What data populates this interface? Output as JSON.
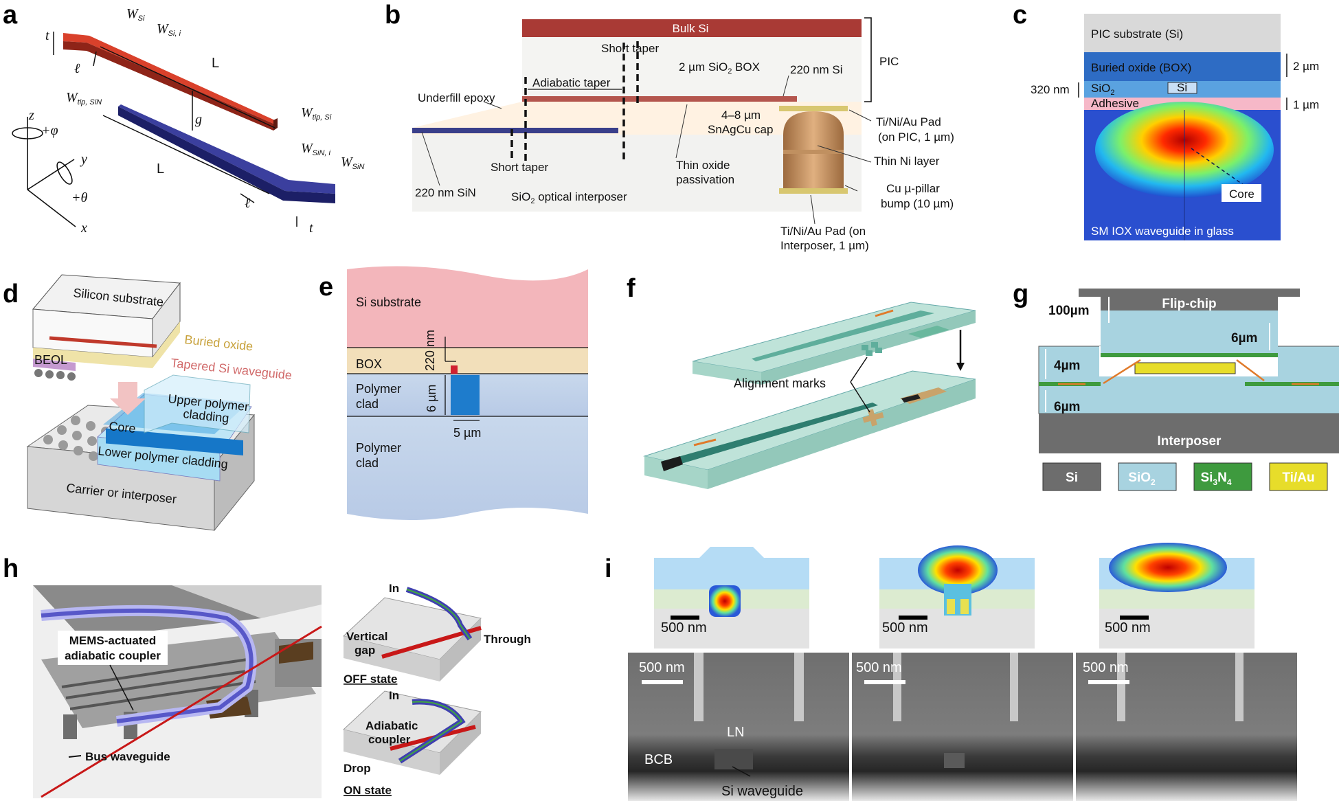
{
  "panel_labels": [
    "a",
    "b",
    "c",
    "d",
    "e",
    "f",
    "g",
    "h",
    "i"
  ],
  "a": {
    "W_Si": "W",
    "W_Si_sub": "Si",
    "W_Si_i": "W",
    "W_Si_i_sub": "Si, i",
    "t_top": "t",
    "ell_top": "ℓ",
    "L_top": "L",
    "W_tip_Si": "W",
    "W_tip_Si_sub": "tip, Si",
    "W_tip_SiN": "W",
    "W_tip_SiN_sub": "tip, SiN",
    "g": "g",
    "L_bot": "L",
    "ell_bot": "ℓ",
    "W_SiN_i": "W",
    "W_SiN_i_sub": "SiN, i",
    "W_SiN": "W",
    "W_SiN_sub": "SiN",
    "t_bot": "t",
    "axis_z": "z",
    "axis_y": "y",
    "axis_x": "x",
    "phi": "+φ",
    "theta": "+θ"
  },
  "b": {
    "bulk_si": "Bulk Si",
    "short_taper_top": "Short taper",
    "box": "2 µm SiO",
    "box_sub": "2",
    "box_tail": " BOX",
    "si220": "220 nm Si",
    "pic": "PIC",
    "adiabatic_taper": "Adiabatic taper",
    "underfill": "Underfill epoxy",
    "snagcu1": "4–8 µm",
    "snagcu2": "SnAgCu cap",
    "pad_pic1": "Ti/Ni/Au Pad",
    "pad_pic2": "(on PIC, 1 µm)",
    "thin_ni": "Thin Ni layer",
    "short_taper_bot": "Short taper",
    "thin_oxide1": "Thin oxide",
    "thin_oxide2": "passivation",
    "cu_pillar1": "Cu µ-pillar",
    "cu_pillar2": "bump (10 µm)",
    "sin220": "220 nm SiN",
    "interposer": "SiO",
    "interposer_sub": "2",
    "interposer_tail": " optical interposer",
    "pad_int1": "Ti/Ni/Au Pad (on",
    "pad_int2": "Interposer, 1 µm)"
  },
  "c": {
    "substrate": "PIC substrate (Si)",
    "box": "Buried oxide (BOX)",
    "sio2": "SiO",
    "sio2_sub": "2",
    "si": "Si",
    "adhesive": "Adhesive",
    "d320": "320 nm",
    "d2": "2 µm",
    "d1": "1 µm",
    "core": "Core",
    "caption": "SM IOX waveguide in glass"
  },
  "d": {
    "silicon_substrate": "Silicon substrate",
    "buried_oxide": "Buried oxide",
    "beol": "BEOL",
    "tapered_si": "Tapered Si waveguide",
    "upper_polymer1": "Upper polymer",
    "upper_polymer2": "cladding",
    "core": "Core",
    "lower_polymer": "Lower polymer cladding",
    "carrier": "Carrier or interposer"
  },
  "e": {
    "si_substrate": "Si substrate",
    "box": "BOX",
    "nm220": "220 nm",
    "polymer1a": "Polymer",
    "polymer1b": "clad",
    "um6": "6 µm",
    "um5": "5 µm",
    "polymer2a": "Polymer",
    "polymer2b": "clad"
  },
  "f": {
    "alignment": "Alignment marks"
  },
  "g": {
    "flip_chip": "Flip-chip",
    "um100": "100µm",
    "um6_top": "6µm",
    "um4": "4µm",
    "um6_bot": "6µm",
    "interposer": "Interposer",
    "legend": [
      {
        "label": "Si",
        "color": "#6d6d6d",
        "text_color": "#ffffff"
      },
      {
        "label": "SiO",
        "sub": "2",
        "color": "#a8d3e0",
        "text_color": "#ffffff"
      },
      {
        "label": "Si",
        "sub": "3",
        "tail": "N",
        "sub2": "4",
        "color": "#3e9a3e",
        "text_color": "#ffffff"
      },
      {
        "label": "Ti/Au",
        "color": "#e7dd2a",
        "text_color": "#ffffff"
      }
    ]
  },
  "h": {
    "mems1": "MEMS-actuated",
    "mems2": "adiabatic coupler",
    "bus": "Bus waveguide",
    "in_top": "In",
    "vertical1": "Vertical",
    "vertical2": "gap",
    "through": "Through",
    "off_state": "OFF state",
    "in_bot": "In",
    "adiabatic1": "Adiabatic",
    "adiabatic2": "coupler",
    "drop": "Drop",
    "on_state": "ON state"
  },
  "i": {
    "scale_mode": [
      "500 nm",
      "500 nm",
      "500 nm"
    ],
    "scale_sem": [
      "500 nm",
      "500 nm",
      "500 nm"
    ],
    "ln": "LN",
    "bcb": "BCB",
    "si_waveguide": "Si waveguide"
  }
}
